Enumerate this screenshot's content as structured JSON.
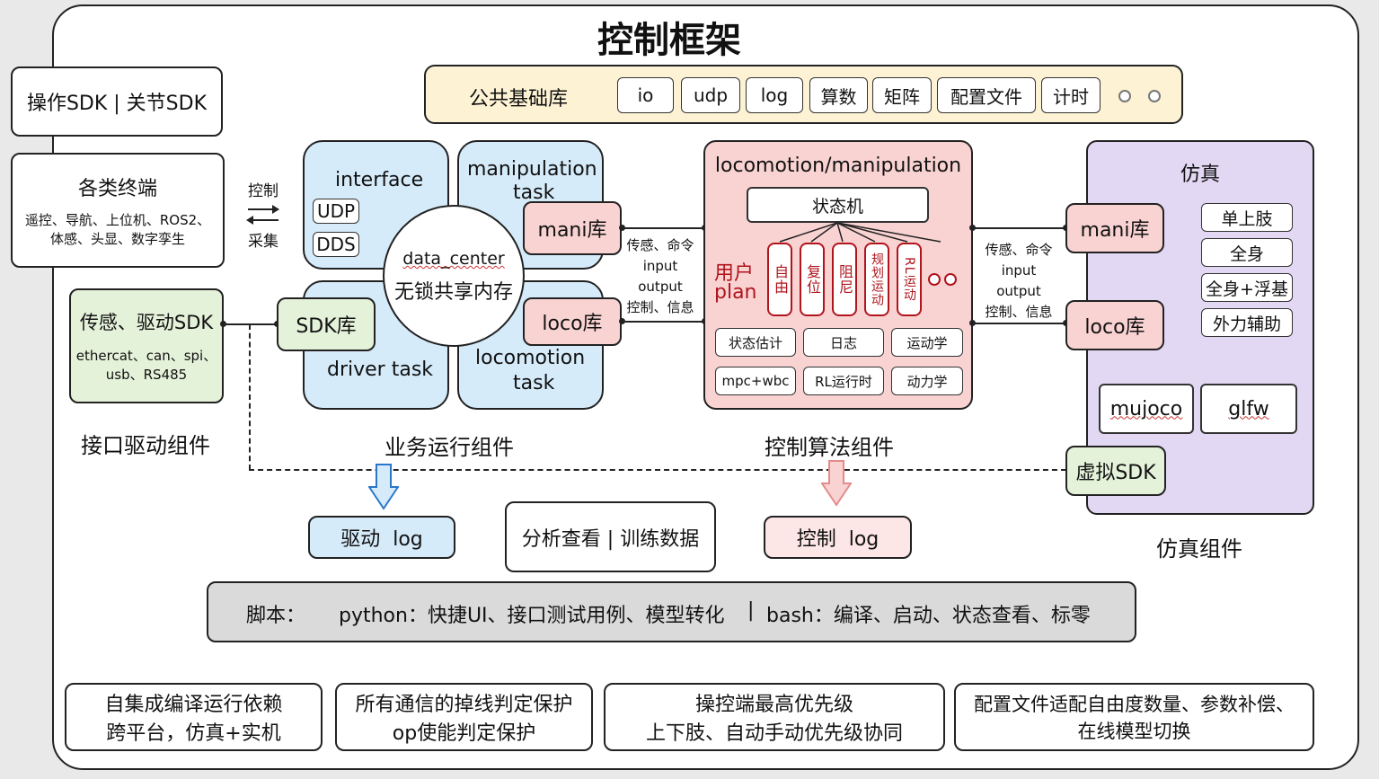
{
  "title": "控制框架",
  "common_lib": {
    "label": "公共基础库",
    "items": [
      "io",
      "udp",
      "log",
      "算数",
      "矩阵",
      "配置文件",
      "计时"
    ]
  },
  "left": {
    "sdk_box": "操作SDK | 关节SDK",
    "terminals_title": "各类终端",
    "terminals_line1": "遥控、导航、上位机、ROS2、",
    "terminals_line2": "体感、头显、数字孪生",
    "arrow_top": "控制",
    "arrow_bottom": "采集",
    "sensor_title": "传感、驱动SDK",
    "sensor_line1": "ethercat、can、spi、",
    "sensor_line2": "usb、RS485",
    "group_label": "接口驱动组件"
  },
  "business": {
    "interface": "interface",
    "udp": "UDP",
    "dds": "DDS",
    "manipulation_task_1": "manipulation",
    "manipulation_task_2": "task",
    "mani_lib": "mani库",
    "data_center": "data_center",
    "shared_memory": "无锁共享内存",
    "sdk_lib": "SDK库",
    "loco_lib": "loco库",
    "driver_task": "driver task",
    "locomotion_task_1": "locomotion",
    "locomotion_task_2": "task",
    "group_label": "业务运行组件"
  },
  "connector_left": {
    "l1": "传感、命令",
    "l2": "input",
    "l3": "output",
    "l4": "控制、信息"
  },
  "algorithm": {
    "title": "locomotion/manipulation",
    "state_machine": "状态机",
    "user_plan_1": "用户",
    "user_plan_2": "plan",
    "modes": [
      "自由",
      "复位",
      "阻尼",
      "规划运动",
      "RL运动"
    ],
    "modules": [
      "状态估计",
      "日志",
      "运动学",
      "mpc+wbc",
      "RL运行时",
      "动力学"
    ],
    "group_label": "控制算法组件"
  },
  "connector_right": {
    "l1": "传感、命令",
    "l2": "input",
    "l3": "output",
    "l4": "控制、信息"
  },
  "simulation": {
    "title": "仿真",
    "mani_lib": "mani库",
    "loco_lib": "loco库",
    "options": [
      "单上肢",
      "全身",
      "全身+浮基",
      "外力辅助"
    ],
    "mujoco": "mujoco",
    "glfw": "glfw",
    "virtual_sdk": "虚拟SDK",
    "group_label": "仿真组件"
  },
  "logs": {
    "drive_log": "驱动  log",
    "analysis": "分析查看 | 训练数据",
    "control_log": "控制  log"
  },
  "scripts": {
    "label": "脚本：",
    "python": "python：快捷UI、接口测试用例、模型转化",
    "sep": "|",
    "bash": "bash：编译、启动、状态查看、标零"
  },
  "features": [
    {
      "l1": "自集成编译运行依赖",
      "l2": "跨平台，仿真+实机"
    },
    {
      "l1": "所有通信的掉线判定保护",
      "l2": "op使能判定保护"
    },
    {
      "l1": "操控端最高优先级",
      "l2": "上下肢、自动手动优先级协同"
    },
    {
      "l1": "配置文件适配自由度数量、参数补偿、",
      "l2": "在线模型切换"
    }
  ],
  "colors": {
    "blue": "#d6ebfa",
    "green": "#e5f2da",
    "pink": "#f9d3d2",
    "purple": "#e3d8f3",
    "yellow": "#fdf3d4",
    "accent_red": "#b0141c"
  }
}
